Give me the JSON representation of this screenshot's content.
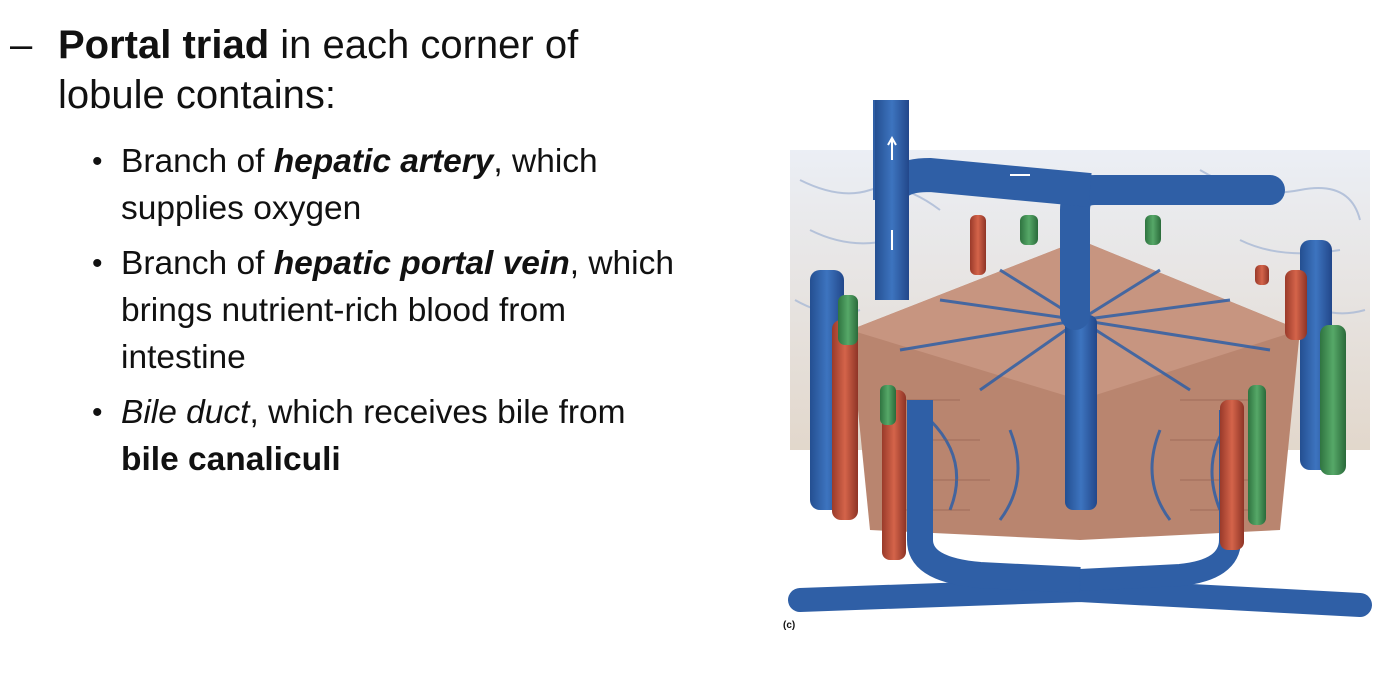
{
  "slide": {
    "dash": "–",
    "heading_bold": "Portal triad",
    "heading_rest_line1": " in each corner of",
    "heading_line2": "lobule contains:",
    "bullets": [
      {
        "pre": "Branch of ",
        "term": "hepatic artery",
        "post": ", which",
        "line2": "supplies oxygen"
      },
      {
        "pre": "Branch of ",
        "term": "hepatic portal vein",
        "post": ", which",
        "line2": "brings nutrient-rich blood from",
        "line3": "intestine"
      },
      {
        "term": "Bile duct",
        "post": ", which receives bile from",
        "line2_bold": "bile canaliculi"
      }
    ]
  },
  "figure": {
    "label": "(c)",
    "colors": {
      "vein": "#2f5fa6",
      "artery": "#c0503a",
      "bile": "#3f8f52",
      "tissue": "#b9856f"
    }
  }
}
